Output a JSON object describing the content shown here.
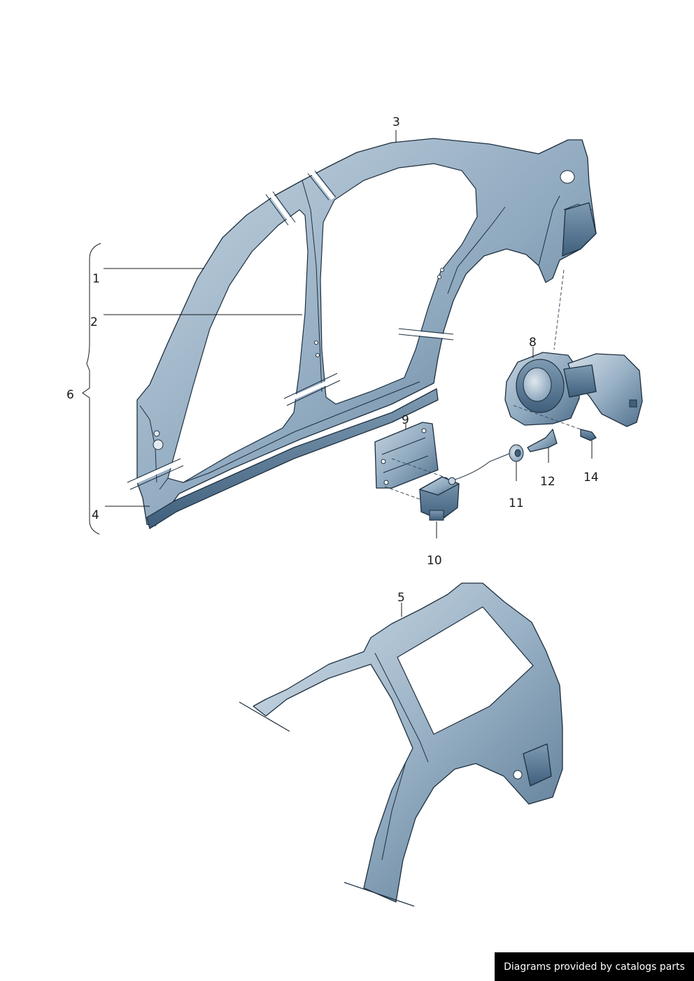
{
  "callouts": {
    "c1": "1",
    "c2": "2",
    "c3": "3",
    "c4": "4",
    "c5": "5",
    "c6": "6",
    "c8": "8",
    "c9": "9",
    "c10": "10",
    "c11": "11",
    "c12": "12",
    "c14": "14"
  },
  "credit": "Diagrams provided by catalogs parts",
  "colors": {
    "panel_light": "#b9cad8",
    "panel_mid": "#7f9bb3",
    "panel_dark": "#3f5f7c",
    "outline": "#1d2f3f"
  }
}
